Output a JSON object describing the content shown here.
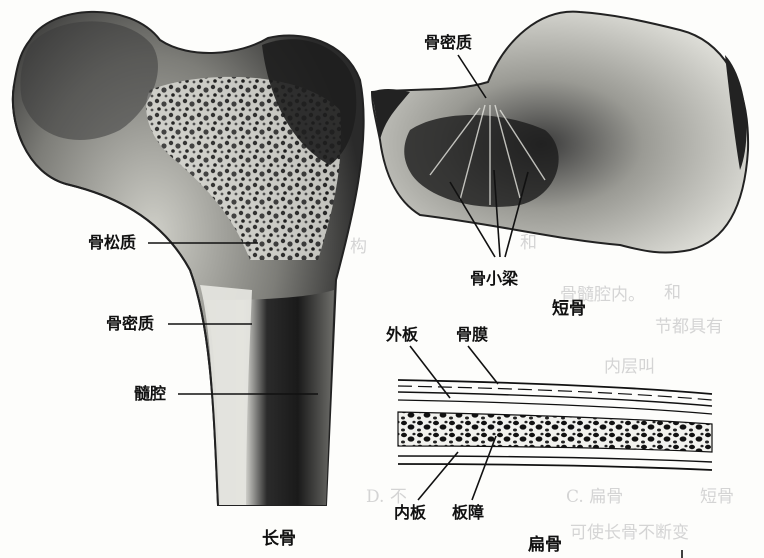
{
  "long_bone": {
    "caption": "长骨",
    "labels": {
      "spongy": "骨松质",
      "compact": "骨密质",
      "marrow_cavity": "髓腔"
    }
  },
  "short_bone": {
    "caption": "短骨",
    "labels": {
      "compact": "骨密质",
      "trabeculae": "骨小梁"
    }
  },
  "flat_bone": {
    "caption": "扁骨",
    "labels": {
      "outer_table": "外板",
      "periosteum": "骨膜",
      "inner_table": "内板",
      "diploe": "板障"
    }
  },
  "bleed_through": {
    "t1": "和",
    "t2": "构",
    "t3": "和",
    "t4": "骨髓腔内。",
    "t5": "节都具有",
    "t6": "内层叫",
    "t7": "短骨",
    "t8": "C. 扁骨",
    "t9": "D. 不",
    "t10": "可使长骨不断变"
  },
  "colors": {
    "ink": "#111111",
    "paper": "#fdfdfb",
    "bone_light": "#dcdcd6",
    "bone_dark": "#1a1a1a"
  }
}
